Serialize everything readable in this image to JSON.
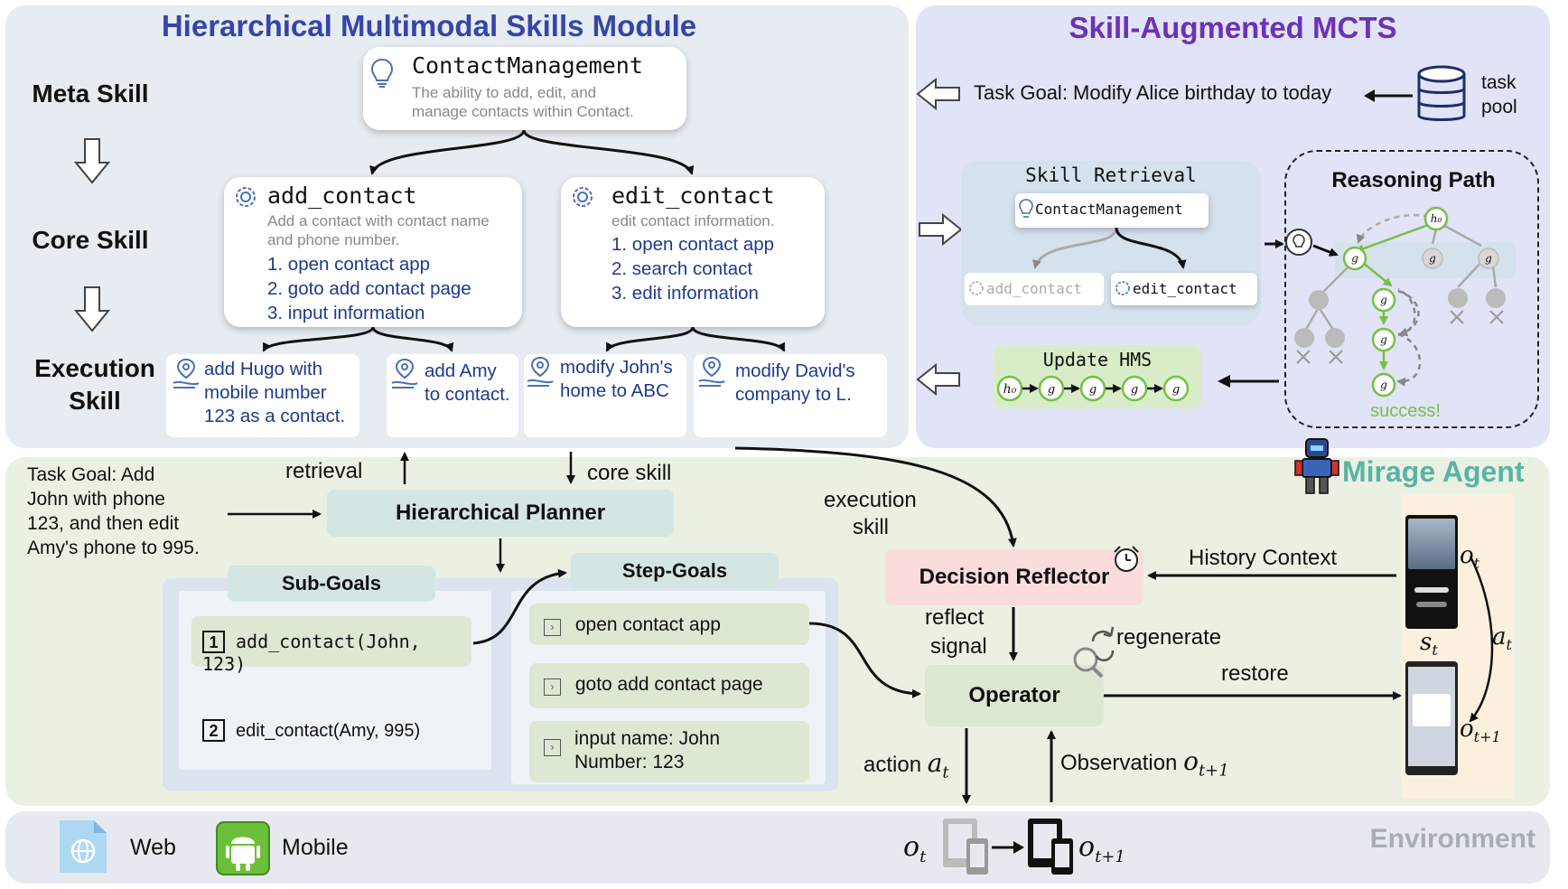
{
  "hms": {
    "title": "Hierarchical Multimodal Skills Module",
    "levels": {
      "meta": "Meta Skill",
      "core": "Core Skill",
      "execution_line1": "Execution",
      "execution_line2": "Skill"
    },
    "meta_card": {
      "title": "ContactManagement",
      "desc_line1": "The ability to add, edit, and",
      "desc_line2": "manage contacts within Contact."
    },
    "core_cards": [
      {
        "title": "add_contact",
        "desc_line1": "Add a contact with contact name",
        "desc_line2": "and phone number.",
        "steps": [
          "1. open contact app",
          "2. goto add contact page",
          "3. input information"
        ]
      },
      {
        "title": "edit_contact",
        "desc_line1": "edit contact information.",
        "steps": [
          "1. open contact app",
          "2. search contact",
          "3. edit information"
        ]
      }
    ],
    "exec_skills": [
      {
        "lines": [
          "add Hugo with",
          "mobile number",
          "123 as a contact."
        ]
      },
      {
        "lines": [
          "add Amy",
          "to contact."
        ]
      },
      {
        "lines": [
          "modify John's",
          "home to ABC"
        ]
      },
      {
        "lines": [
          "modify David's",
          "company to L."
        ]
      }
    ]
  },
  "mcts": {
    "title": "Skill-Augmented MCTS",
    "task_goal": "Task Goal: Modify Alice birthday to today",
    "task_pool_line1": "task",
    "task_pool_line2": "pool",
    "skill_retrieval": {
      "title": "Skill Retrieval",
      "root": "ContactManagement",
      "left": "add_contact",
      "right": "edit_contact"
    },
    "reasoning_path": {
      "title": "Reasoning Path",
      "success": "success!"
    },
    "update_hms": {
      "title": "Update HMS"
    }
  },
  "agent": {
    "name": "Mirage Agent",
    "task_goal_lines": [
      "Task Goal: Add",
      "John with phone",
      "123, and then edit",
      "Amy's phone to 995."
    ],
    "planner": "Hierarchical Planner",
    "retrieval": "retrieval",
    "core_skill": "core skill",
    "execution_skill_line1": "execution",
    "execution_skill_line2": "skill",
    "sub_goals": {
      "title": "Sub-Goals",
      "items": [
        {
          "num": "1",
          "text": "add_contact(John, 123)"
        },
        {
          "num": "2",
          "text": "edit_contact(Amy, 995)"
        }
      ]
    },
    "step_goals": {
      "title": "Step-Goals",
      "items": [
        "open contact app",
        "goto add contact page",
        "input name: John",
        "Number: 123"
      ]
    },
    "decision_reflector": "Decision Reflector",
    "history_context": "History Context",
    "reflect_signal_line1": "reflect",
    "reflect_signal_line2": "signal",
    "regenerate": "regenerate",
    "operator": "Operator",
    "restore": "restore",
    "action": "action",
    "observation": "Observation"
  },
  "environment": {
    "label": "Environment",
    "web": "Web",
    "mobile": "Mobile"
  },
  "colors": {
    "hms_title": "#3546a8",
    "mcts_title": "#6a32b5",
    "mirage": "#5ab3a6",
    "green_node": "#76c043",
    "exec_text": "#1e3a8a"
  }
}
